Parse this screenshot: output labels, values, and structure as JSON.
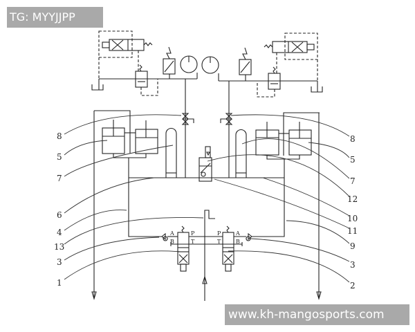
{
  "watermarks": {
    "top_left": "TG: MYYJJPP",
    "bottom_right": "www.kh-mangosports.com"
  },
  "ports": {
    "A": "A",
    "B": "B",
    "P": "P",
    "T": "T"
  },
  "labels_left": [
    "8",
    "5",
    "7",
    "6",
    "4",
    "13",
    "3",
    "1"
  ],
  "labels_right": [
    "8",
    "5",
    "7",
    "12",
    "10",
    "11",
    "9",
    "3",
    "2"
  ]
}
